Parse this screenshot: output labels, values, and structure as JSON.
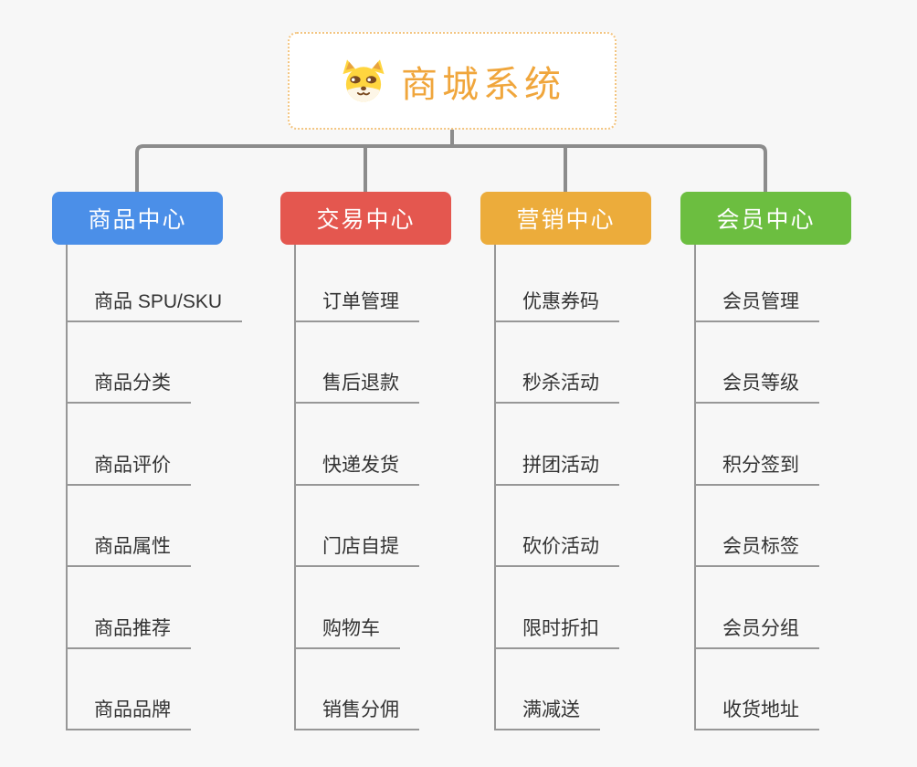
{
  "root": {
    "title": "商城系统",
    "icon": "dog-face-icon"
  },
  "branches": [
    {
      "label": "商品中心",
      "color": "#4b8fe8",
      "children": [
        "商品 SPU/SKU",
        "商品分类",
        "商品评价",
        "商品属性",
        "商品推荐",
        "商品品牌"
      ]
    },
    {
      "label": "交易中心",
      "color": "#e4574f",
      "children": [
        "订单管理",
        "售后退款",
        "快递发货",
        "门店自提",
        "购物车",
        "销售分佣"
      ]
    },
    {
      "label": "营销中心",
      "color": "#ecac3b",
      "children": [
        "优惠券码",
        "秒杀活动",
        "拼团活动",
        "砍价活动",
        "限时折扣",
        "满减送"
      ]
    },
    {
      "label": "会员中心",
      "color": "#6cbe40",
      "children": [
        "会员管理",
        "会员等级",
        "积分签到",
        "会员标签",
        "会员分组",
        "收货地址"
      ]
    }
  ],
  "colors": {
    "background": "#f7f7f7",
    "connector": "#8c8c8c",
    "leaf_line": "#979797",
    "leaf_text": "#333333",
    "root_title": "#f0a63c",
    "root_border": "#f3c581"
  }
}
